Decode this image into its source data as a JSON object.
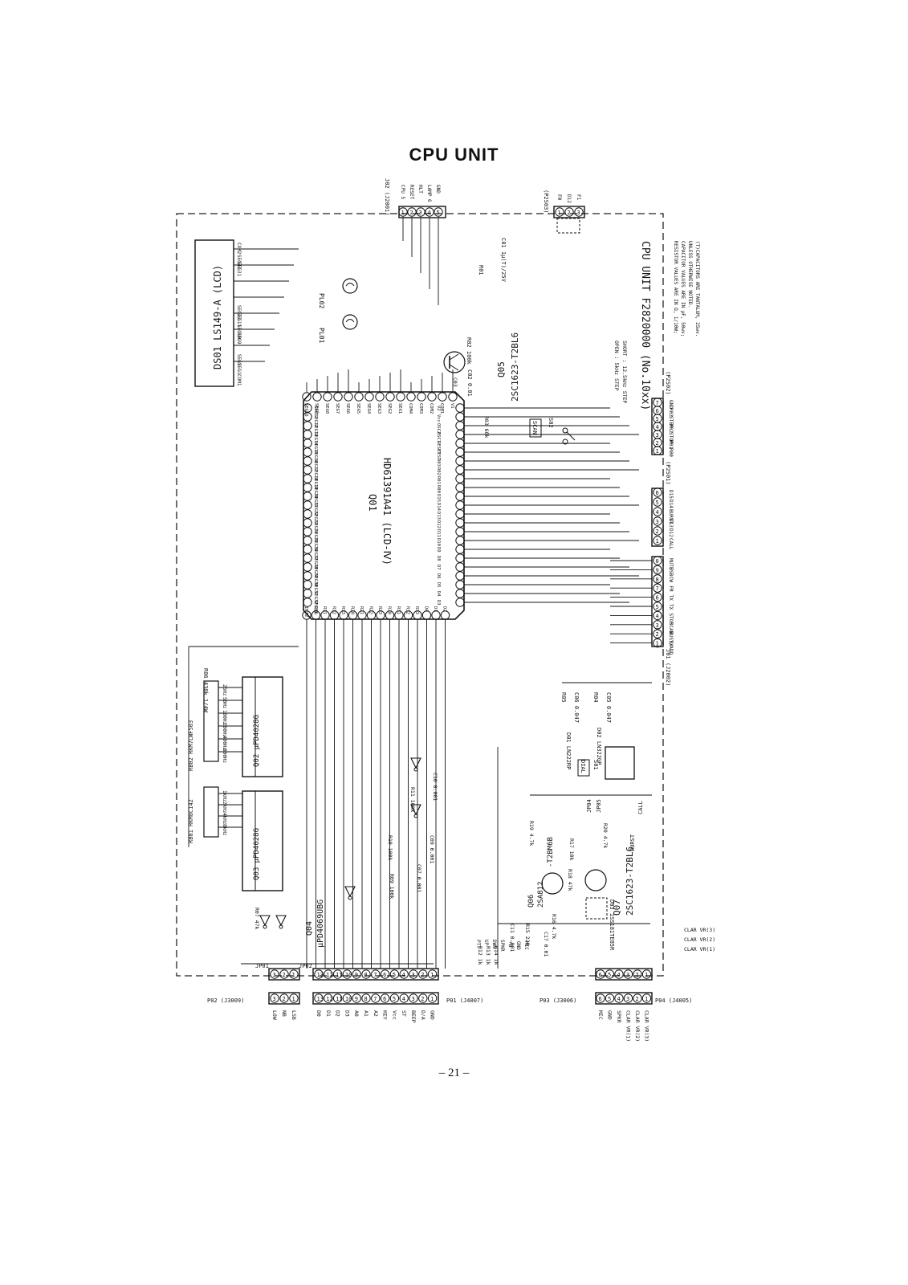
{
  "title": "CPU UNIT",
  "page_number": "– 21 –",
  "unit_caption": "CPU UNIT F2820000 (No.10xx)",
  "notes": [
    "RESISTOR VALUES ARE IN Ω, 1/10W;",
    "CAPACITOR VALUES ARE IN μF, 50wv;",
    "UNLESS OTHERWISE NOTED.",
    "(T)CAPACITORS ARE TANTALUM, 25wv."
  ],
  "step_note": [
    "OPEN : 5kHz STEP",
    "SHORT : 12.5kHz STEP"
  ],
  "lcd": {
    "label": "DS01 LS149-A (LCD)",
    "pins": [
      "COM2",
      "SEG32",
      "SEG31",
      "SEG12",
      "SEG11",
      "SEG10",
      "SEG9",
      "SEG2",
      "SEG1",
      "COM1"
    ]
  },
  "cpu": {
    "ref": "Q01",
    "part": "HD61391A41 (LCD-Ⅳ)",
    "top_pins": [
      "SEG10",
      "SEG9",
      "SEG8",
      "SEG7",
      "SEG6",
      "SEG5",
      "SEG4",
      "SEG3",
      "SEG2",
      "SEG1",
      "COM4",
      "COM3",
      "COM2",
      "COM1",
      "V1"
    ],
    "left_pins": [
      "SEG11",
      "SEG12",
      "SEG13",
      "SEG14",
      "SEG15",
      "SEG16",
      "SEG17",
      "SEG18",
      "SEG19",
      "SEG20",
      "SEG21",
      "SEG22",
      "SEG23",
      "SEG24",
      "SEG25",
      "SEG26",
      "SEG27",
      "SEG28",
      "SEG29",
      "SEG30",
      "SEG31",
      "SEG32",
      "SEG33"
    ],
    "right_pins": [
      "V2",
      "Vcc",
      "OSC2",
      "OSC1",
      "RESET",
      "TEST",
      "R03",
      "R02",
      "R01",
      "R00",
      "D15",
      "D14",
      "D13",
      "D12",
      "D11",
      "D10",
      "D9",
      "D8",
      "D7",
      "D6",
      "D5",
      "D4",
      "D3"
    ],
    "bottom_pins": [
      "INT2",
      "R10",
      "R11",
      "R12",
      "R13",
      "R20",
      "R21",
      "R22",
      "R23",
      "R30",
      "R31",
      "R32",
      "R33",
      "D0",
      "D1",
      "D2"
    ]
  },
  "j02": {
    "label": "J02 (J2001)",
    "pins": [
      "CPU 5",
      "RESET",
      "HLT",
      "LAMP 6",
      "GND"
    ],
    "numbers": [
      "1",
      "2",
      "3",
      "4",
      "5"
    ]
  },
  "p2s03": {
    "label": "(P2S03)",
    "pins": [
      "F0",
      "D12",
      "F1"
    ],
    "numbers": [
      "1",
      "2",
      "3"
    ]
  },
  "p2s02": {
    "label": "(P2S02)",
    "pins": [
      "GND",
      "R03",
      "STEP",
      "R02",
      "STOP",
      "R01",
      "R00"
    ],
    "numbers": [
      "7",
      "6",
      "5",
      "4",
      "3",
      "2",
      "1"
    ]
  },
  "p2s01": {
    "label": "(P2S01)",
    "pins": [
      "D15",
      "D14",
      "BURST",
      "D13",
      "D12",
      "CALL"
    ],
    "numbers": [
      "6",
      "5",
      "4",
      "3",
      "2",
      "1"
    ]
  },
  "j01": {
    "label": "J01 (J2002)",
    "pins": [
      "MUTE",
      "USB",
      "CW",
      "FM",
      "TX",
      "TX",
      "STOP",
      "SCAN",
      "BUSY/ADD",
      "5V"
    ],
    "numbers": [
      "0",
      "9",
      "8",
      "7",
      "6",
      "5",
      "4",
      "3",
      "2",
      "1"
    ]
  },
  "parts": {
    "q05": [
      "Q05",
      "2SC1623-T2BL6"
    ],
    "q06": [
      "Q06",
      "2SA812",
      "-T2BM6B"
    ],
    "q07": [
      "Q07",
      "2SC1623-T2BL6"
    ],
    "q02": "Q02 μPD4028G",
    "q03": "Q03 μPD4028G",
    "q04": [
      "Q04",
      "μPD4069UBG"
    ],
    "rb01": "RB01 RKM8C142",
    "rb02": "RB02 RKM7LWF503",
    "r01": "R01",
    "r02": "R02 100k",
    "r03": "R03 68k",
    "c01": "C01 1μ(T)/25V",
    "c02": "C02 0.01",
    "c03": "C03",
    "r06": "R06 430k 1/4W",
    "r05": "R05",
    "r04": "R04",
    "c05": "C05 0.047",
    "c06": "C06 0.047",
    "d01": "D01 LN222RP",
    "d02": "D02 LN322GP",
    "s01": "S01",
    "s02": "S02",
    "dial": "DIAL",
    "scan": "SCAN",
    "pl01": "PL01",
    "pl02": "PL02",
    "r20": "R20 4.7k",
    "r19": "R19 4.7k",
    "r18": "R18 47k",
    "r17": "R17 10k",
    "r16": "R16 4.7k",
    "d03": "D03 1SS181TE85R",
    "r12": "R12 1k",
    "r13": "R13 1k",
    "r14": "R14 1k",
    "r15": "R15 220",
    "c11": "C11 0.001",
    "c17": "C17 0.01",
    "r09": "R09 100k",
    "r10": "R10 100k",
    "r11": "R11 100k",
    "c07": "C07 0.001",
    "c09": "C09 0.001",
    "c10": "C10 0.001",
    "r07": "R07 47k"
  },
  "rb02_taps": [
    "25Hz",
    "50Hz",
    "100Hz",
    "200Hz",
    "400Hz",
    "800Hz"
  ],
  "rb01_taps": [
    "1kHz",
    "2kHz",
    "4kHz",
    "8kHz"
  ],
  "jp01": {
    "label": "JP01",
    "pins": [
      "LOW",
      "NB",
      "LSB"
    ],
    "conn": "P02 (J3009)"
  },
  "jp02": {
    "label": "JP02",
    "pins": [
      "D0",
      "D1",
      "D2",
      "D3",
      "A0",
      "A1",
      "A2",
      "KEY",
      "Vcc",
      "ST",
      "BEEP",
      "D/A",
      "GND"
    ],
    "conn": "P01 (J4007)"
  },
  "p03": {
    "pins": [
      "MIC",
      "GND",
      "SPKR",
      "CLAR VR(1)",
      "CLAR VR(2)",
      "CLAR VR(3)"
    ],
    "conn": "P03 (J3006)"
  },
  "p04": {
    "conn": "P04 (J4005)"
  },
  "side_labels": [
    "PTT",
    "UP",
    "DWN",
    "SPKR",
    "+B",
    "GND",
    "MIC"
  ],
  "clar_labels": [
    "CLAR VR(3)",
    "CLAR VR(2)",
    "CLAR VR(1)"
  ],
  "jp_labels": [
    "JP04",
    "JP05",
    "BURST",
    "CALL"
  ]
}
